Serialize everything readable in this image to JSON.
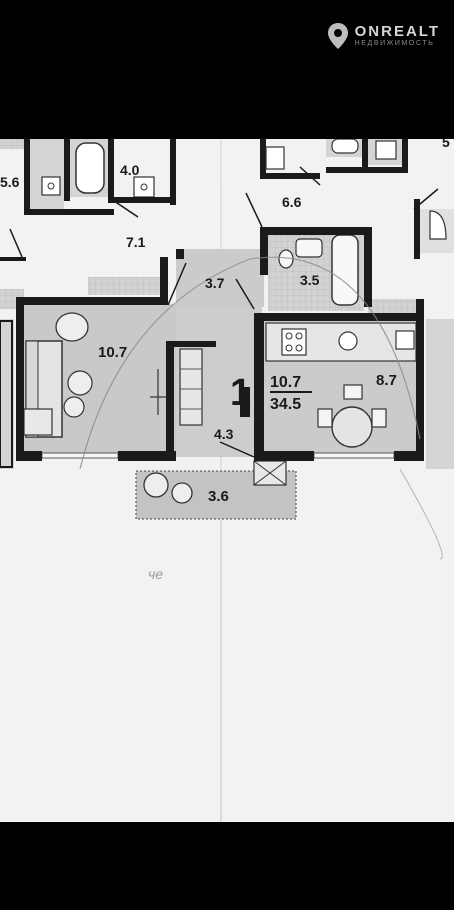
{
  "watermark": {
    "brand": "ONREALT",
    "tagline": "НЕДВИЖИМОСТЬ",
    "logo_icon": "map-pin-icon",
    "color": "#d6d6d6"
  },
  "plan": {
    "rooms_count": "1",
    "living_area": "10.7",
    "total_area": "34.5",
    "rooms": {
      "living": "10.7",
      "kitchen": "8.7",
      "hall": "3.7",
      "bath": "3.5",
      "corridor": "4.3",
      "balcony": "3.6"
    },
    "neighbors": {
      "left_top": "5.6",
      "bath_top": "4.0",
      "corner_room": "7.1",
      "right_top": "6.6",
      "far_right": "5"
    },
    "handwriting": "че",
    "colors": {
      "wall": "#1a1a1a",
      "floor": "#c9c9c9",
      "paper": "#f2f2f2"
    }
  }
}
